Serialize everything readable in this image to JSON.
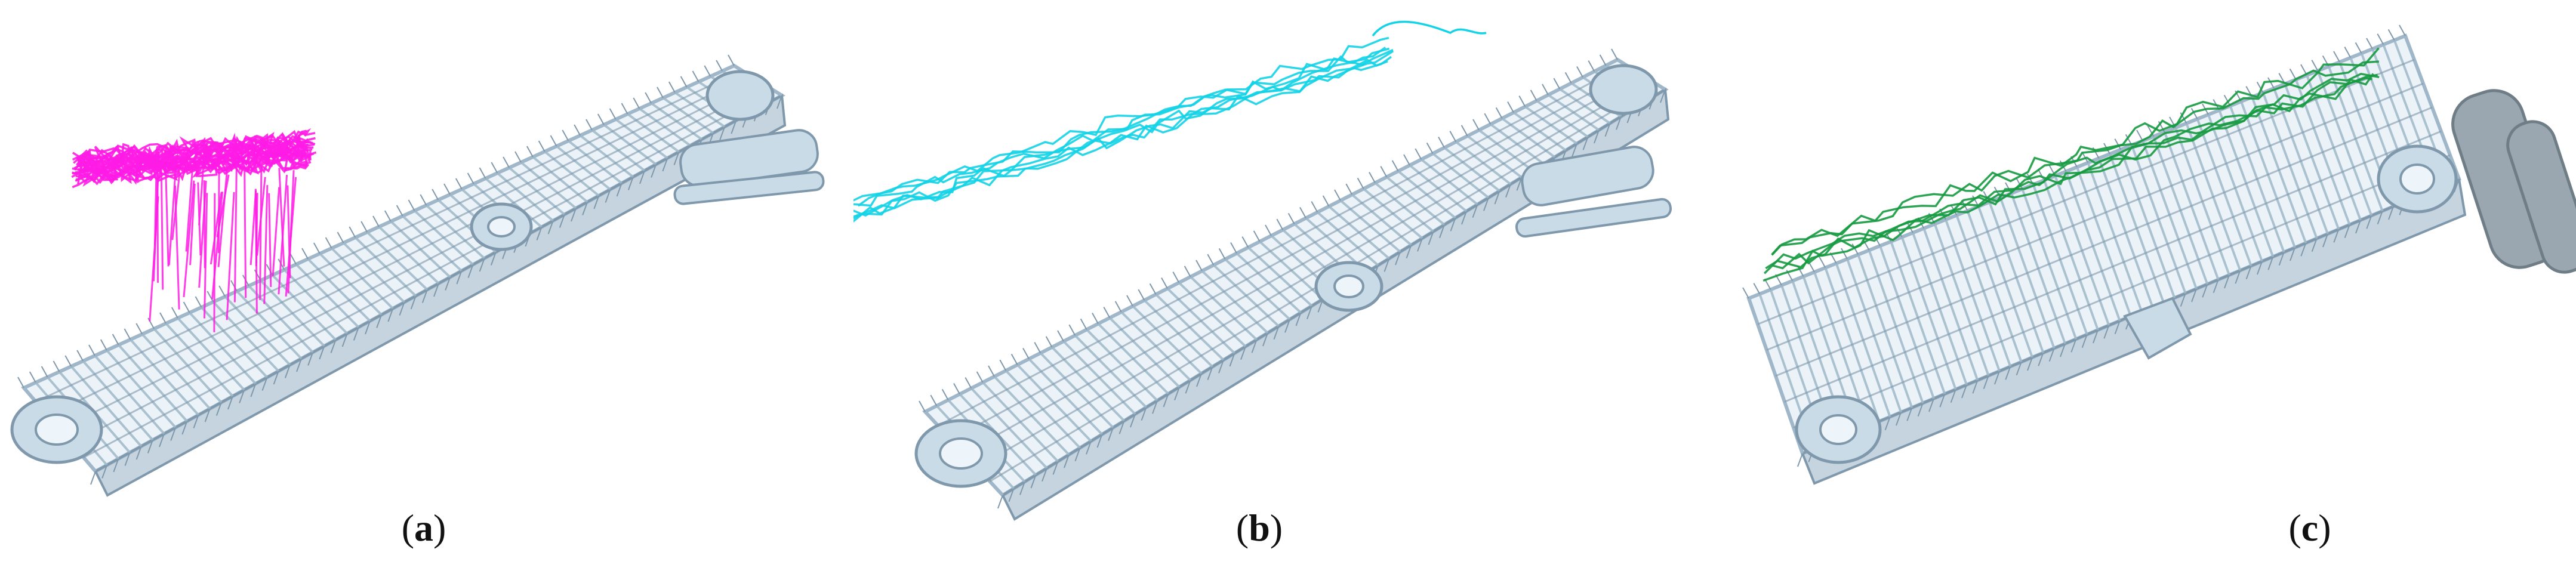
{
  "panels": [
    {
      "id": "a",
      "label_open": "(",
      "label_letter": "a",
      "label_close": ")",
      "trajectory_color": "#ff1ce6"
    },
    {
      "id": "b",
      "label_open": "(",
      "label_letter": "b",
      "label_close": ")",
      "trajectory_color": "#13d3e6"
    },
    {
      "id": "c",
      "label_open": "(",
      "label_letter": "c",
      "label_close": ")",
      "trajectory_color": "#169a40"
    }
  ],
  "colors": {
    "frame": "#9fb7c9",
    "frame_fill": "#dce9f2",
    "frame_dark": "#7f98ab",
    "roller": "#c9dbe7",
    "roller_dark": "#6f7d86"
  },
  "icons": [
    "conveyor-belt-model",
    "trajectory-lines",
    "pulley-wheel",
    "drive-roller"
  ]
}
